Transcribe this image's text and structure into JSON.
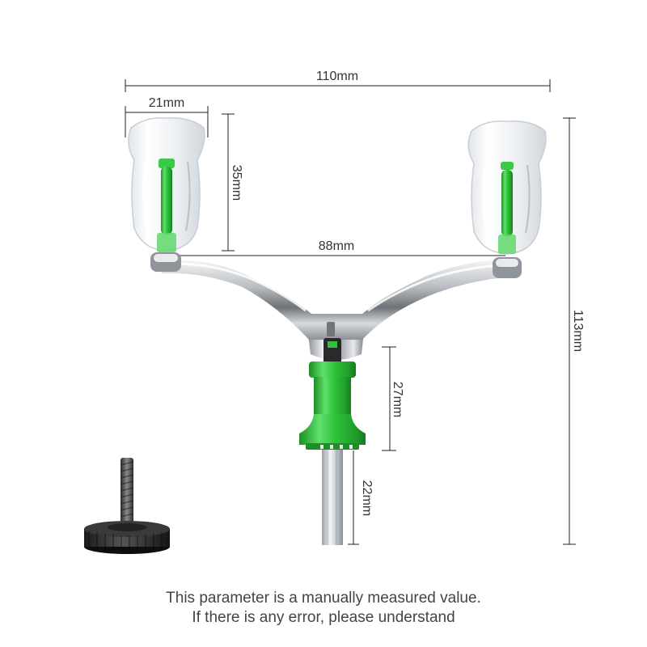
{
  "dimensions": {
    "total_width": "110mm",
    "knob_width": "21mm",
    "knob_height": "35mm",
    "arm_span": "88mm",
    "total_height": "113mm",
    "nut_height": "27mm",
    "shaft_length": "22mm"
  },
  "note": {
    "line1": "This parameter is a manually measured value.",
    "line2": "If there is any error, please understand"
  },
  "colors": {
    "accent_green": "#2fc23a",
    "chrome": "#c9ccd0",
    "knob_clear": "#eef1f4",
    "dimension_line": "#222222"
  }
}
